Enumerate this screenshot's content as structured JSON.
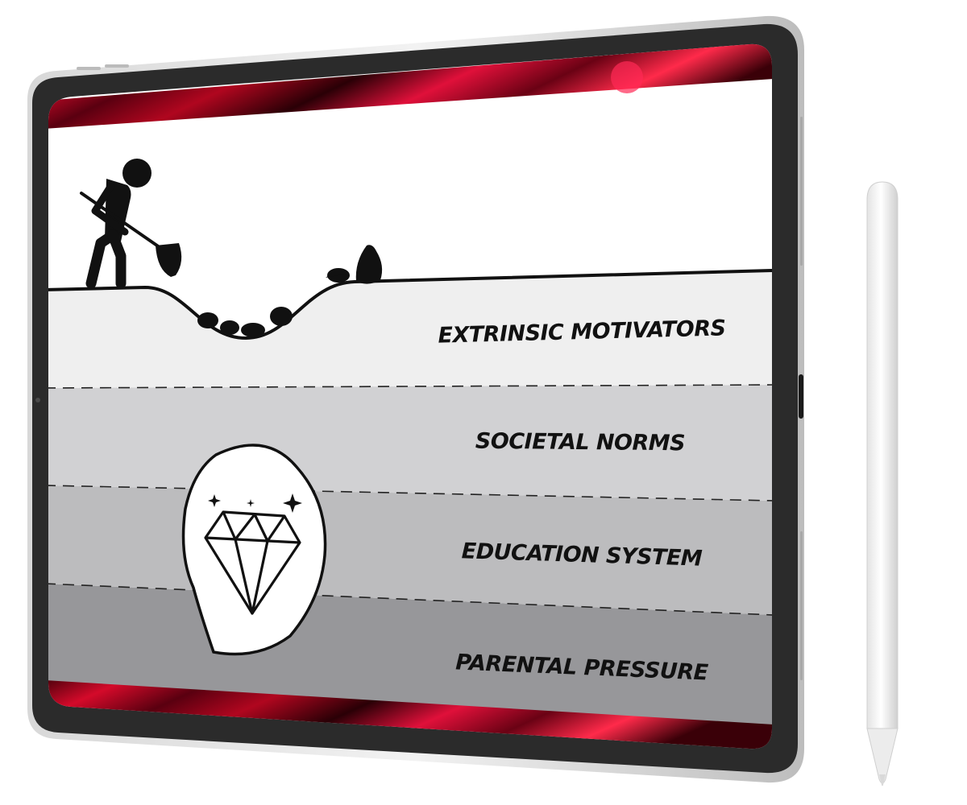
{
  "diagram": {
    "layers": [
      {
        "id": "extrinsic",
        "label": "EXTRINSIC MOTIVATORS",
        "color": "#efefef"
      },
      {
        "id": "societal",
        "label": "SOCIETAL NORMS",
        "color": "#d1d1d3"
      },
      {
        "id": "education",
        "label": "EDUCATION SYSTEM",
        "color": "#bcbcbe"
      },
      {
        "id": "parental",
        "label": "PARENTAL PRESSURE",
        "color": "#97979a"
      }
    ],
    "icons": {
      "digger": "person-digging-icon",
      "gem": "diamond-icon",
      "rocks": "rock-icon"
    },
    "colors": {
      "device_bezel": "#2b2b2b",
      "device_frame": "#e4e4e4",
      "band_dark": "#3a0008",
      "band_red": "#d40a2a"
    }
  }
}
